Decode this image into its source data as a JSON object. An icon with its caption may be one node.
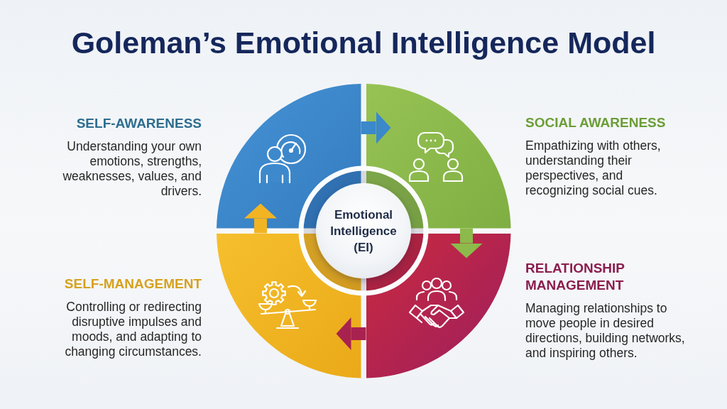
{
  "diagram": {
    "title": "Goleman’s Emotional Intelligence Model",
    "nodes": [
      {
        "text": [],
        "shape": "quadrant",
        "beside": [
          "SELF-AWARENESS",
          "Understanding your own emotions, strengths, weaknesses, values, and drivers."
        ]
      },
      {
        "text": [],
        "shape": "quadrant",
        "beside": [
          "SOCIAL AWARENESS",
          "Empathizing with others, understanding their perspectives, and recognizing social cues."
        ]
      },
      {
        "text": [
          "Emotional Intelligence (EI)"
        ]
      },
      {
        "text": [],
        "shape": "quadrant",
        "beside": [
          "SELF-MANAGEMENT",
          "Controlling or redirecting disruptive impulses and moods, and adapting to changing circumstances."
        ]
      },
      {
        "text": [],
        "shape": "quadrant",
        "beside": [
          "RELATIONSHIP MANAGEMENT",
          "Managing relationships to move people in desired directions, building networks, and inspiring others."
        ]
      }
    ],
    "edges": [
      {
        "from": 0,
        "to": 1,
        "arrow": "to",
        "color": "#3b88cb"
      },
      {
        "from": 1,
        "to": 4,
        "arrow": "to",
        "color": "#8cba4b"
      },
      {
        "from": 4,
        "to": 3,
        "arrow": "to",
        "color": "#a8224f"
      },
      {
        "from": 3,
        "to": 0,
        "arrow": "to",
        "color": "#f2b423"
      }
    ]
  }
}
